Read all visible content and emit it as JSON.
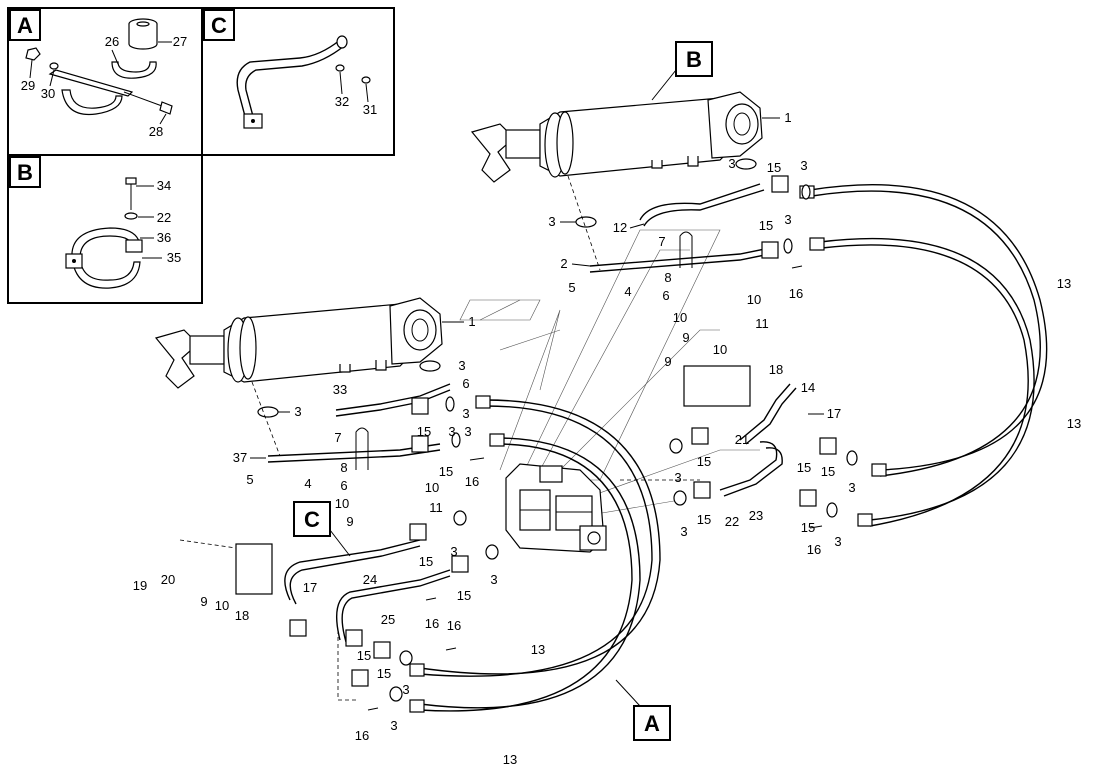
{
  "diagram": {
    "panels": [
      {
        "id": "A",
        "label": "A"
      },
      {
        "id": "C",
        "label": "C"
      },
      {
        "id": "B",
        "label": "B"
      }
    ],
    "callouts": {
      "big_B": "B",
      "big_A": "A",
      "big_C": "C"
    },
    "part_numbers": [
      "1",
      "2",
      "3",
      "4",
      "5",
      "6",
      "7",
      "8",
      "9",
      "10",
      "11",
      "12",
      "13",
      "14",
      "15",
      "16",
      "17",
      "18",
      "19",
      "20",
      "21",
      "22",
      "23",
      "24",
      "25",
      "26",
      "27",
      "28",
      "29",
      "30",
      "31",
      "32",
      "33",
      "34",
      "35",
      "36",
      "37"
    ]
  }
}
